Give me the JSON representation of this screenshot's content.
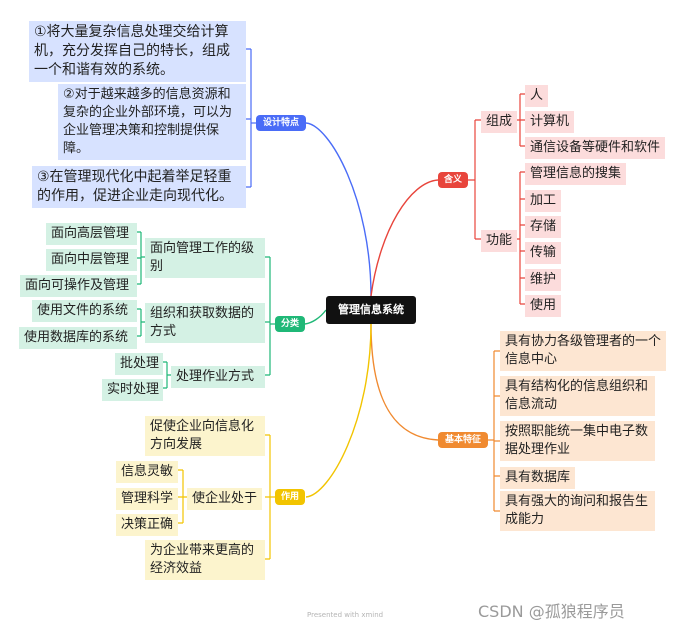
{
  "root": "管理信息系统",
  "branches": {
    "design": {
      "label": "设计特点",
      "color": "#4a6cf7",
      "items": [
        "①将大量复杂信息处理交给计算机，充分发挥自己的特长，组成一个和谐有效的系统。",
        "②对于越来越多的信息资源和复杂的企业外部环境，可以为企业管理决策和控制提供保障。",
        "③在管理现代化中起着举足轻重的作用，促进企业走向现代化。"
      ]
    },
    "meaning": {
      "label": "含义",
      "color": "#e8453c",
      "composition": {
        "label": "组成",
        "items": [
          "人",
          "计算机",
          "通信设备等硬件和软件"
        ]
      },
      "function": {
        "label": "功能",
        "items": [
          "管理信息的搜集",
          "加工",
          "存储",
          "传输",
          "维护",
          "使用"
        ]
      }
    },
    "classification": {
      "label": "分类",
      "color": "#1fb877",
      "groups": [
        {
          "label": "面向管理工作的级别",
          "items": [
            "面向高层管理",
            "面向中层管理",
            "面向可操作及管理"
          ]
        },
        {
          "label": "组织和获取数据的方式",
          "items": [
            "使用文件的系统",
            "使用数据库的系统"
          ]
        },
        {
          "label": "处理作业方式",
          "items": [
            "批处理",
            "实时处理"
          ]
        }
      ]
    },
    "features": {
      "label": "基本特征",
      "color": "#f08a30",
      "items": [
        "具有协力各级管理者的一个信息中心",
        "具有结构化的信息组织和信息流动",
        "按照职能统一集中电子数据处理作业",
        "具有数据库",
        "具有强大的询问和报告生成能力"
      ]
    },
    "effect": {
      "label": "作用",
      "color": "#f2c400",
      "items": [
        "促使企业向信息化方向发展",
        "使企业处于",
        "为企业带来更高的经济效益"
      ],
      "sub": [
        "信息灵敏",
        "管理科学",
        "决策正确"
      ]
    }
  },
  "footer": "Presented with xmind",
  "watermark": "CSDN @孤狼程序员"
}
